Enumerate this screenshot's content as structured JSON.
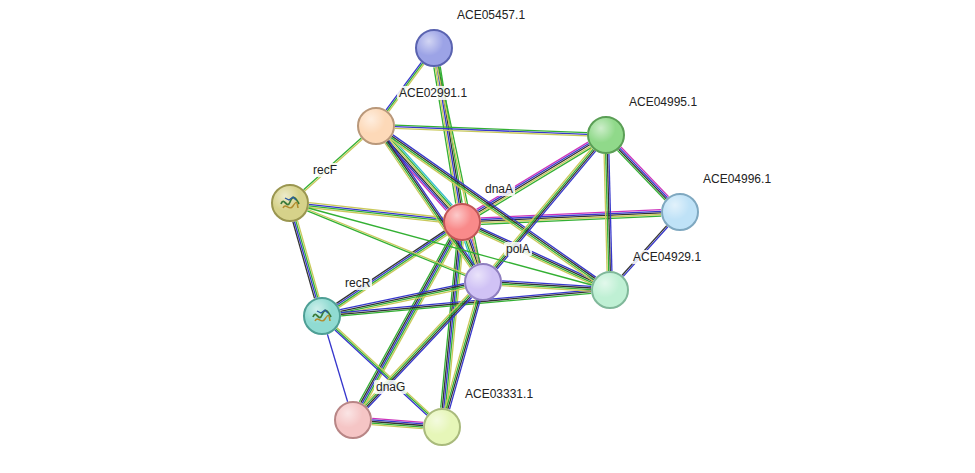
{
  "diagram": {
    "nodes": [
      {
        "text": [
          "ACE05457.1"
        ]
      },
      {
        "text": [
          "ACE02991.1"
        ]
      },
      {
        "text": [
          "ACE04995.1"
        ]
      },
      {
        "text": [
          "recF"
        ]
      },
      {
        "text": [
          "dnaA"
        ]
      },
      {
        "text": [
          "ACE04996.1"
        ]
      },
      {
        "text": [
          "polA"
        ]
      },
      {
        "text": [
          "ACE04929.1"
        ]
      },
      {
        "text": [
          "recR"
        ]
      },
      {
        "text": [
          "dnaG"
        ]
      },
      {
        "text": [
          "ACE03331.1"
        ]
      }
    ],
    "edges": [
      {
        "from": 4,
        "to": 0,
        "arrow": "none"
      },
      {
        "from": 4,
        "to": 1,
        "arrow": "none"
      },
      {
        "from": 4,
        "to": 2,
        "arrow": "none"
      },
      {
        "from": 4,
        "to": 3,
        "arrow": "none"
      },
      {
        "from": 4,
        "to": 5,
        "arrow": "none"
      },
      {
        "from": 4,
        "to": 6,
        "arrow": "none"
      },
      {
        "from": 4,
        "to": 7,
        "arrow": "none"
      },
      {
        "from": 4,
        "to": 8,
        "arrow": "none"
      },
      {
        "from": 4,
        "to": 9,
        "arrow": "none"
      },
      {
        "from": 4,
        "to": 10,
        "arrow": "none"
      },
      {
        "from": 0,
        "to": 1,
        "arrow": "none"
      },
      {
        "from": 0,
        "to": 6,
        "arrow": "none"
      },
      {
        "from": 1,
        "to": 3,
        "arrow": "none"
      },
      {
        "from": 1,
        "to": 2,
        "arrow": "none"
      },
      {
        "from": 1,
        "to": 6,
        "arrow": "none"
      },
      {
        "from": 1,
        "to": 7,
        "arrow": "none"
      },
      {
        "from": 2,
        "to": 5,
        "arrow": "none"
      },
      {
        "from": 2,
        "to": 7,
        "arrow": "none"
      },
      {
        "from": 2,
        "to": 6,
        "arrow": "none"
      },
      {
        "from": 5,
        "to": 7,
        "arrow": "none"
      },
      {
        "from": 3,
        "to": 8,
        "arrow": "none"
      },
      {
        "from": 3,
        "to": 6,
        "arrow": "none"
      },
      {
        "from": 3,
        "to": 7,
        "arrow": "none"
      },
      {
        "from": 8,
        "to": 6,
        "arrow": "none"
      },
      {
        "from": 8,
        "to": 7,
        "arrow": "none"
      },
      {
        "from": 8,
        "to": 9,
        "arrow": "none"
      },
      {
        "from": 8,
        "to": 10,
        "arrow": "none"
      },
      {
        "from": 6,
        "to": 7,
        "arrow": "none"
      },
      {
        "from": 6,
        "to": 9,
        "arrow": "none"
      },
      {
        "from": 6,
        "to": 10,
        "arrow": "none"
      },
      {
        "from": 9,
        "to": 10,
        "arrow": "none"
      }
    ]
  }
}
